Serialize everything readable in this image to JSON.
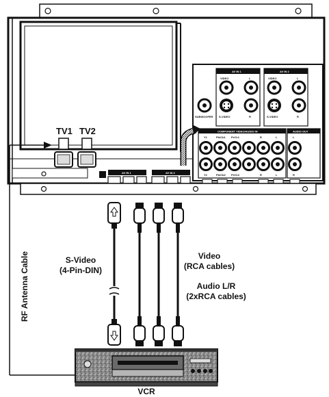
{
  "tv": {
    "tv1_label": "TV1",
    "tv2_label": "TV2"
  },
  "panel": {
    "av_in_1_top": "AV IN 1",
    "av_in_2_top": "AV IN 2",
    "video": "VIDEO",
    "l": "L",
    "r": "R",
    "s_video": "S-VIDEO",
    "subwoofer": "SUBWOOFER",
    "component_header": "COMPONENT VIDEO/AUDIO IN",
    "audio_out": "AUDIO OUT",
    "y1": "Y1",
    "pb_cb1": "Pb/Cb1",
    "pr_cr1": "Pr/Cr1",
    "y2": "Y2",
    "pb_cb2": "Pb/Cb2",
    "pr_cr2": "Pr/Cr2",
    "av_in_1_bottom": "AV IN 1",
    "av_in_2_bottom": "AV IN 2"
  },
  "cables": {
    "svideo_line1": "S-Video",
    "svideo_line2": "(4-Pin-DIN)",
    "video_line1": "Video",
    "video_line2": "(RCA cables)",
    "audio_line1": "Audio L/R",
    "audio_line2": "(2xRCA cables)",
    "rf_antenna": "RF Antenna Cable"
  },
  "vcr_label": "VCR"
}
